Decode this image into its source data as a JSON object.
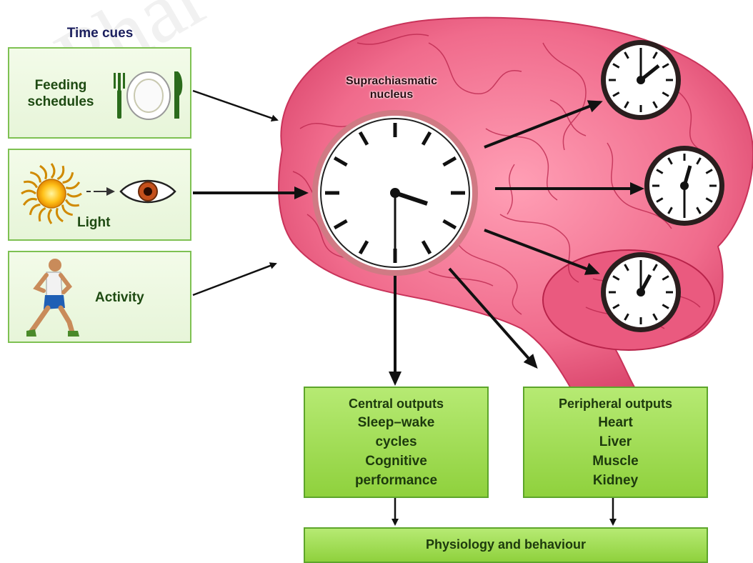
{
  "watermark": "Phar",
  "time_cues": {
    "title": "Time cues",
    "feeding": {
      "label_line1": "Feeding",
      "label_line2": "schedules"
    },
    "light": {
      "label": "Light"
    },
    "activity": {
      "label": "Activity"
    }
  },
  "scn": {
    "line1": "Suprachiasmatic",
    "line2": "nucleus"
  },
  "central_outputs": {
    "title": "Central outputs",
    "items": [
      "Sleep–wake",
      "cycles",
      "Cognitive",
      "performance"
    ]
  },
  "peripheral_outputs": {
    "title": "Peripheral outputs",
    "items": [
      "Heart",
      "Liver",
      "Muscle",
      "Kidney"
    ]
  },
  "physiology": {
    "label": "Physiology and behaviour"
  },
  "colors": {
    "brain": "#f06b8c",
    "brain_dark": "#b8234a",
    "box_green": "#9bd94d",
    "cue_border": "#7ec152",
    "arrow": "#111111"
  }
}
